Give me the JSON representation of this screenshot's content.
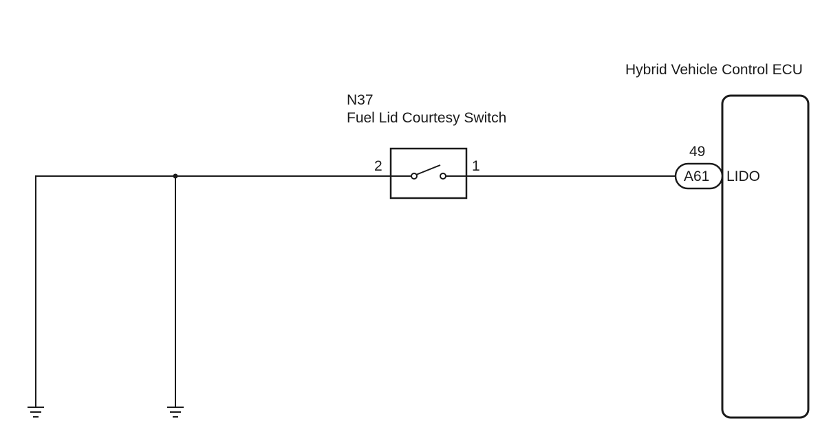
{
  "ecu": {
    "title": "Hybrid Vehicle Control ECU",
    "pin_name": "LIDO"
  },
  "switch": {
    "code": "N37",
    "name": "Fuel Lid Courtesy Switch",
    "pin_left": "2",
    "pin_right": "1"
  },
  "connector": {
    "code": "A61",
    "pin_number": "49"
  },
  "colors": {
    "line": "#1a1a1a",
    "background": "#ffffff"
  }
}
